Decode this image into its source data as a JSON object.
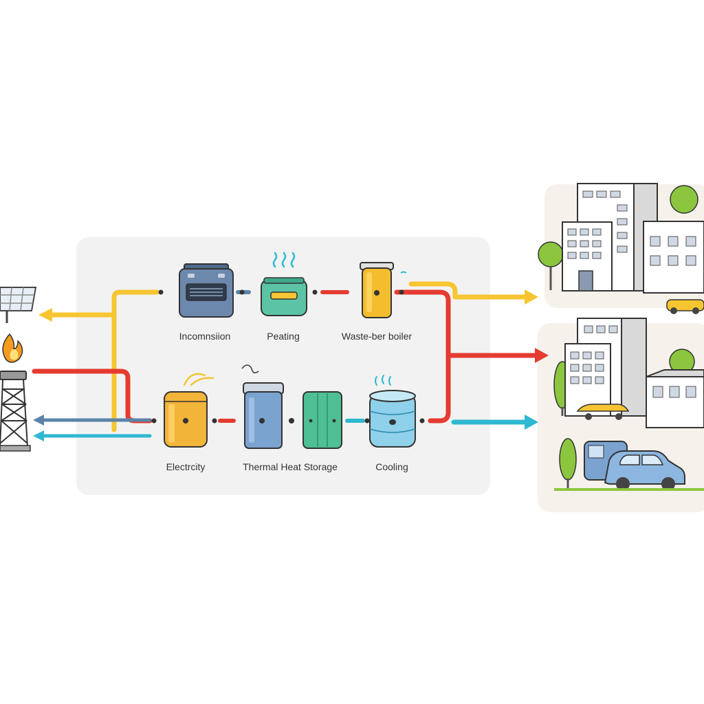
{
  "colors": {
    "panel_bg": "#f2f2f2",
    "flow_yellow": "#f6c531",
    "flow_red": "#e53b30",
    "flow_cyan": "#2fb8d2",
    "flow_steel": "#5b84a8",
    "district_bg": "#f6f1eb"
  },
  "components": [
    {
      "id": "incomission",
      "label": "Incomnsiion",
      "icon": "server-unit-icon"
    },
    {
      "id": "peating",
      "label": "Peating",
      "icon": "heater-icon"
    },
    {
      "id": "waste-boiler",
      "label": "Waste-ber boiler",
      "icon": "boiler-tank-icon"
    },
    {
      "id": "electricity",
      "label": "Electrcity",
      "icon": "battery-tank-icon"
    },
    {
      "id": "thermal-storage",
      "label": "Thermal Heat Storage",
      "icon": "storage-cylinder-icon"
    },
    {
      "id": "cabinet",
      "label": "",
      "icon": "heat-exchanger-icon"
    },
    {
      "id": "cooling",
      "label": "Cooling",
      "icon": "cooling-drum-icon"
    }
  ],
  "sources": [
    "solar-panel-icon",
    "gas-flare-tower-icon"
  ],
  "consumers": [
    "office-buildings-icon",
    "residential-buildings-icon",
    "vehicles-icon"
  ]
}
